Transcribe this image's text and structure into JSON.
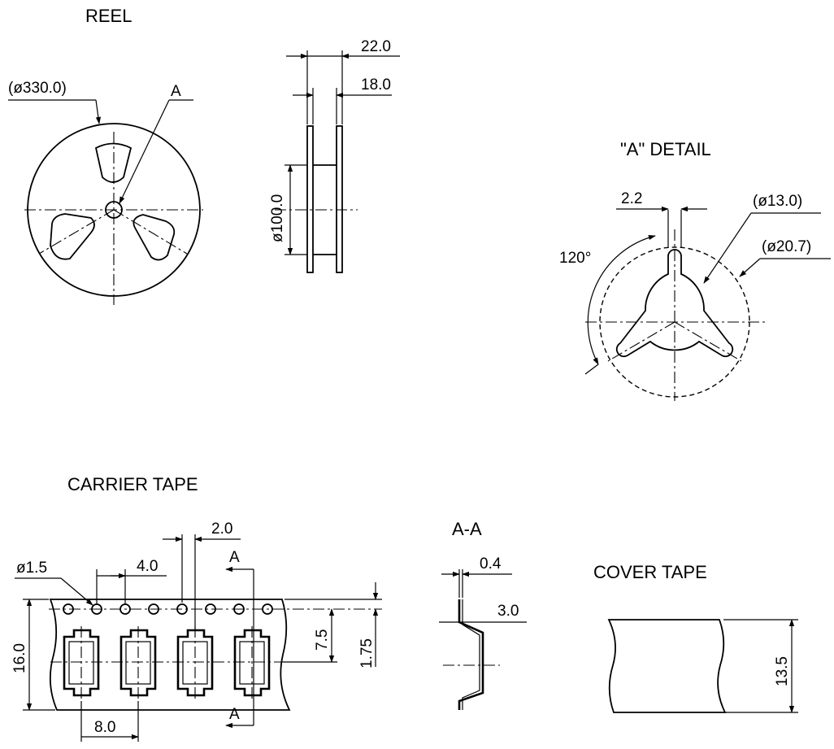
{
  "sections": {
    "reel": "REEL",
    "a_detail": "\"A\" DETAIL",
    "carrier_tape": "CARRIER TAPE",
    "section_aa": "A-A",
    "cover_tape": "COVER TAPE"
  },
  "reel": {
    "outer_diameter": "(ø330.0)",
    "detail_marker": "A",
    "width_overall": "22.0",
    "width_inner": "18.0",
    "hub_diameter": "ø100.0"
  },
  "detail": {
    "slot_width": "2.2",
    "inner_diameter": "(ø13.0)",
    "outer_diameter": "(ø20.7)",
    "angle": "120°"
  },
  "carrier": {
    "hole_diameter": "ø1.5",
    "hole_pitch": "4.0",
    "hole_to_pocket": "2.0",
    "section_marker_top": "A",
    "section_marker_bottom": "A",
    "tape_width": "16.0",
    "pocket_center": "7.5",
    "hole_edge": "1.75",
    "pocket_pitch": "8.0"
  },
  "section": {
    "thickness": "0.4",
    "depth": "3.0"
  },
  "cover": {
    "width": "13.5"
  }
}
